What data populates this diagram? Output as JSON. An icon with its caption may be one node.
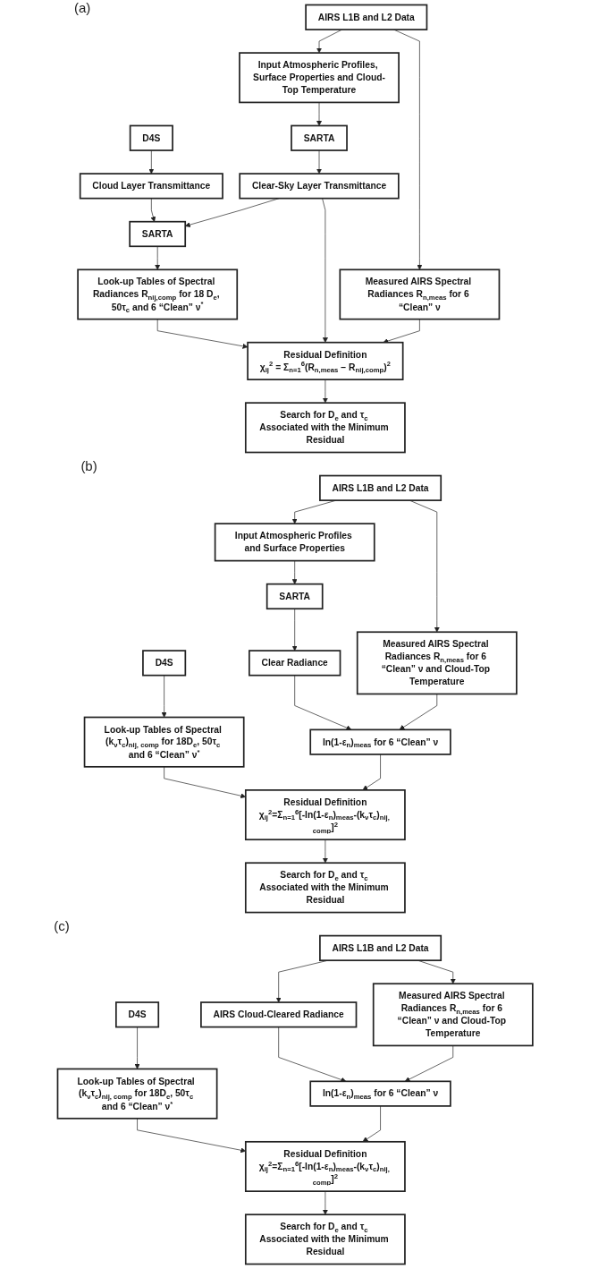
{
  "diagram": {
    "nodes": [
      {
        "text": [
          "D4S"
        ]
      },
      {
        "text": [
          "Input Atmospheric Profiles, Surface Properties and Cloud-Top Temperature"
        ]
      },
      {
        "text": [
          "AIRS L1B and L2 Data"
        ]
      },
      {
        "text": [
          "Cloud Layer Transmittance"
        ]
      },
      {
        "text": [
          "SARTA"
        ]
      },
      {
        "text": [
          "Measured AIRS Spectral Radiances R$_{n,meas}$ for 6 “Clean” ν"
        ]
      },
      {
        "text": [
          "SARTA"
        ]
      },
      {
        "text": [
          "Clear-Sky Layer Transmittance"
        ]
      },
      {
        "text": [
          "Look-up Tables of Spectral Radiances R$_{nij,comp}$ for 18 D$_{e}$, 50τ$_{c}$ and 6 “Clean” ν$^{*}$"
        ]
      },
      {
        "text": [
          "Residual Definition",
          "χ$_{ij}$$^{2}$ = Σ$_{n=1}$$^{6}$(R$_{n,meas}$ − R$_{nij,comp}$)$^{2}$"
        ]
      },
      {
        "text": [
          "Search for D$_{e}$ and τ$_{c}$ Associated with the Minimum Residual"
        ]
      },
      {
        "text": [
          "D4S"
        ]
      },
      {
        "text": [
          "Input Atmospheric Profiles and Surface Properties"
        ]
      },
      {
        "text": [
          "AIRS L1B and L2 Data"
        ]
      },
      {
        "text": [
          "SARTA"
        ]
      },
      {
        "text": [
          "Measured AIRS Spectral Radiances R$_{n,meas}$ for 6 “Clean” ν and Cloud-Top Temperature"
        ]
      },
      {
        "text": [
          "Clear Radiance"
        ]
      },
      {
        "text": [
          "Look-up Tables of Spectral (k$_{ν}$τ$_{c}$)$_{nij, comp}$ for 18D$_{e}$, 50τ$_{c}$ and 6 “Clean” ν$^{*}$"
        ]
      },
      {
        "text": [
          "ln(1-ε$_{n}$)$_{meas}$ for 6 “Clean” ν"
        ]
      },
      {
        "text": [
          "Residual Definition",
          "χ$_{ij}$$^{2}$=Σ$_{n=1}$$^{6}$[-ln(1-ε$_{n}$)$_{meas}$-(k$_{ν}$τ$_{c}$)$_{nij, comp}$]$^{2}$"
        ]
      },
      {
        "text": [
          "Search for D$_{e}$ and τ$_{c}$ Associated with the Minimum Residual"
        ]
      },
      {
        "text": [
          "D4S"
        ]
      },
      {
        "text": [
          "AIRS Cloud-Cleared Radiance"
        ]
      },
      {
        "text": [
          "AIRS L1B and L2 Data"
        ]
      },
      {
        "text": [
          "Measured AIRS Spectral Radiances R$_{n,meas}$ for 6 “Clean” ν and Cloud-Top Temperature"
        ]
      },
      {
        "text": [
          "Look-up Tables of Spectral (k$_{ν}$τ$_{c}$)$_{nij, comp}$ for 18D$_{e}$, 50τ$_{c}$ and 6 “Clean” ν$^{*}$"
        ]
      },
      {
        "text": [
          "ln(1-ε$_{n}$)$_{meas}$ for 6 “Clean” ν"
        ]
      },
      {
        "text": [
          "Residual Definition",
          "χ$_{ij}$$^{2}$=Σ$_{n=1}$$^{6}$[-ln(1-ε$_{n}$)$_{meas}$-(k$_{ν}$τ$_{c}$)$_{nij, comp}$]$^{2}$"
        ]
      },
      {
        "text": [
          "Search for D$_{e}$ and τ$_{c}$ Associated with the Minimum Residual"
        ]
      }
    ],
    "edges": [
      {
        "from": 0,
        "to": 3,
        "arrow": "to"
      },
      {
        "from": 3,
        "to": 6,
        "arrow": "to"
      },
      {
        "from": 6,
        "to": 8,
        "arrow": "to"
      },
      {
        "from": 2,
        "to": 1,
        "arrow": "to"
      },
      {
        "from": 2,
        "to": 5,
        "arrow": "to"
      },
      {
        "from": 1,
        "to": 4,
        "arrow": "to"
      },
      {
        "from": 4,
        "to": 7,
        "arrow": "to"
      },
      {
        "from": 7,
        "to": 6,
        "arrow": "to"
      },
      {
        "from": 7,
        "to": 9,
        "arrow": "to"
      },
      {
        "from": 8,
        "to": 9,
        "arrow": "to"
      },
      {
        "from": 5,
        "to": 9,
        "arrow": "to"
      },
      {
        "from": 9,
        "to": 10,
        "arrow": "to"
      },
      {
        "from": 11,
        "to": 17,
        "arrow": "to"
      },
      {
        "from": 13,
        "to": 12,
        "arrow": "to"
      },
      {
        "from": 13,
        "to": 15,
        "arrow": "to"
      },
      {
        "from": 12,
        "to": 14,
        "arrow": "to"
      },
      {
        "from": 14,
        "to": 16,
        "arrow": "to"
      },
      {
        "from": 16,
        "to": 18,
        "arrow": "to"
      },
      {
        "from": 15,
        "to": 18,
        "arrow": "to"
      },
      {
        "from": 17,
        "to": 19,
        "arrow": "to"
      },
      {
        "from": 18,
        "to": 19,
        "arrow": "to"
      },
      {
        "from": 19,
        "to": 20,
        "arrow": "to"
      },
      {
        "from": 21,
        "to": 25,
        "arrow": "to"
      },
      {
        "from": 23,
        "to": 22,
        "arrow": "to"
      },
      {
        "from": 23,
        "to": 24,
        "arrow": "to"
      },
      {
        "from": 22,
        "to": 26,
        "arrow": "to"
      },
      {
        "from": 24,
        "to": 26,
        "arrow": "to"
      },
      {
        "from": 25,
        "to": 27,
        "arrow": "to"
      },
      {
        "from": 26,
        "to": 27,
        "arrow": "to"
      },
      {
        "from": 27,
        "to": 28,
        "arrow": "to"
      }
    ],
    "labels": [
      "(a)",
      "(b)",
      "(c)"
    ]
  }
}
